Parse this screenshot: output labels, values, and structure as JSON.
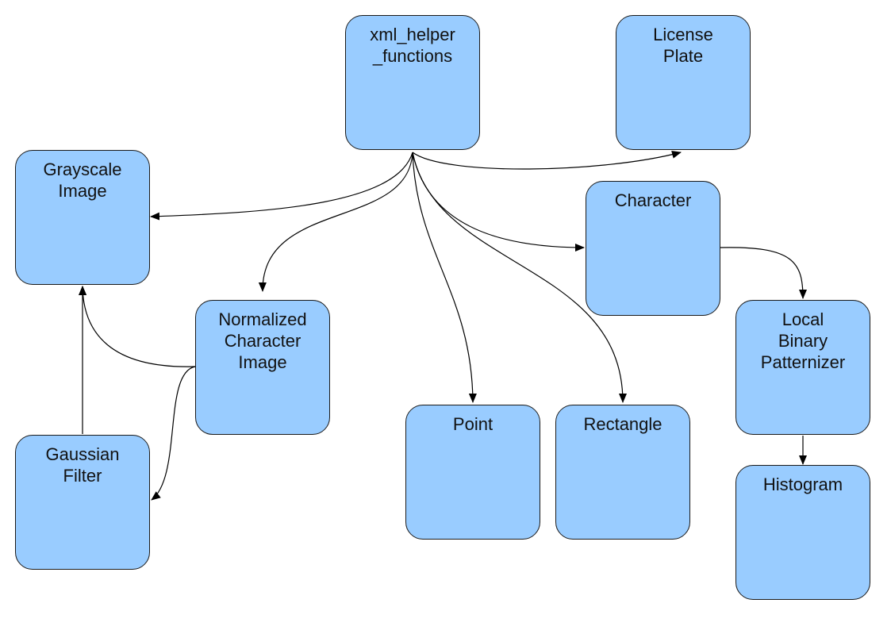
{
  "diagram": {
    "nodes": {
      "xml": "xml_helper\n_functions",
      "plate": "License\nPlate",
      "gray": "Grayscale\nImage",
      "character": "Character",
      "norm": "Normalized\nCharacter\nImage",
      "lbp": "Local\nBinary\nPatternizer",
      "point": "Point",
      "rect": "Rectangle",
      "gauss": "Gaussian\nFilter",
      "hist": "Histogram"
    },
    "edges": [
      {
        "from": "xml_helper_functions",
        "to": "License Plate"
      },
      {
        "from": "xml_helper_functions",
        "to": "Grayscale Image"
      },
      {
        "from": "xml_helper_functions",
        "to": "Normalized Character Image"
      },
      {
        "from": "xml_helper_functions",
        "to": "Character"
      },
      {
        "from": "xml_helper_functions",
        "to": "Point"
      },
      {
        "from": "xml_helper_functions",
        "to": "Rectangle"
      },
      {
        "from": "Character",
        "to": "Local Binary Patternizer"
      },
      {
        "from": "Normalized Character Image",
        "to": "Grayscale Image"
      },
      {
        "from": "Normalized Character Image",
        "to": "Gaussian Filter"
      },
      {
        "from": "Gaussian Filter",
        "to": "Grayscale Image"
      },
      {
        "from": "Local Binary Patternizer",
        "to": "Histogram"
      }
    ],
    "colors": {
      "node_fill": "#99ccff",
      "node_border": "#1a1a1a",
      "edge": "#000000"
    }
  }
}
